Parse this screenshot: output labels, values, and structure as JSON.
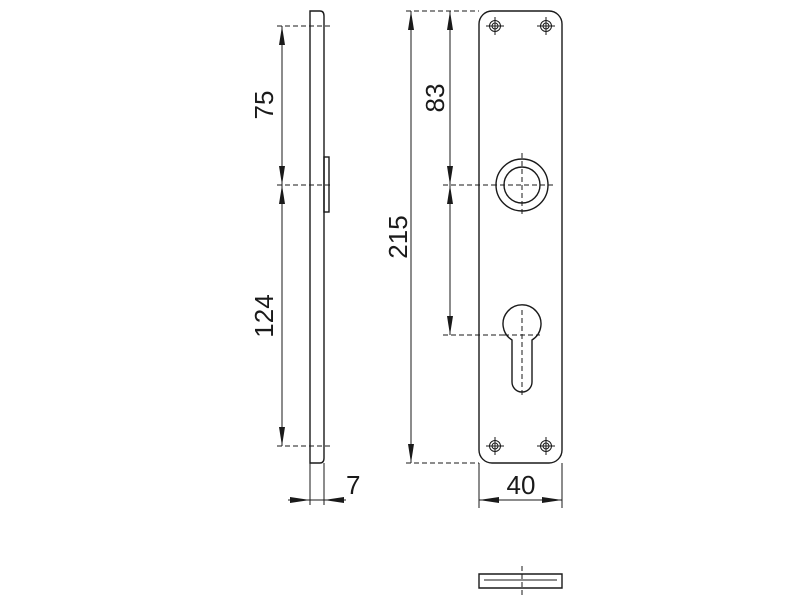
{
  "dimensions": {
    "upper_offset": "75",
    "lower_offset": "124",
    "thickness": "7",
    "total_height": "215",
    "handle_offset": "83",
    "width": "40"
  },
  "views": [
    "side-view",
    "front-view",
    "bottom-view"
  ],
  "features": [
    "handle-hole",
    "cylinder-keyhole",
    "screw-hole-top-left",
    "screw-hole-top-right",
    "screw-hole-bottom-left",
    "screw-hole-bottom-right"
  ]
}
